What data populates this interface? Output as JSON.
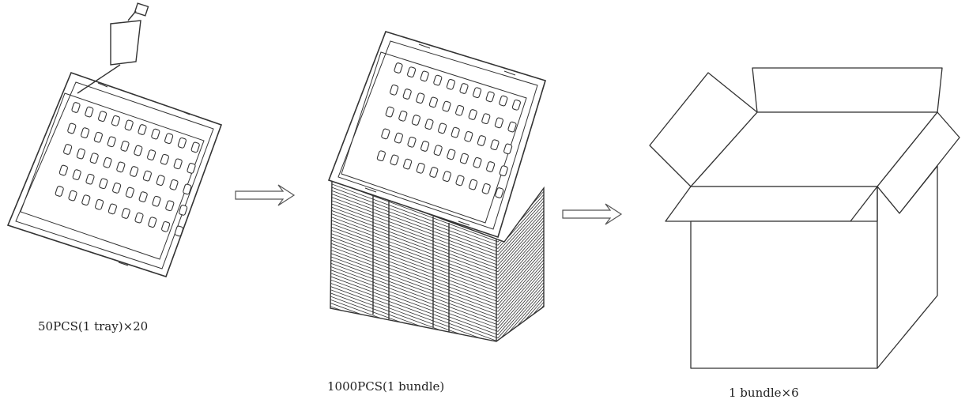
{
  "captions": {
    "tray": "50PCS(1 tray)×20",
    "bundle": "1000PCS(1 bundle)",
    "box": "1 bundle×6"
  },
  "colors": {
    "line": "#333333",
    "background": "#ffffff"
  },
  "icons": {
    "arrow1": "right-double-arrow-icon",
    "arrow2": "right-double-arrow-icon"
  }
}
